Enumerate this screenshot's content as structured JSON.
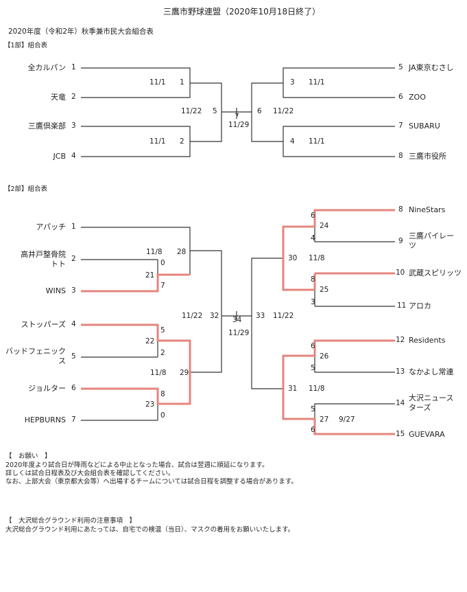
{
  "header": {
    "title": "三鷹市野球連盟（2020年10月18日終了）",
    "subtitle": "2020年度（令和2年）秋季兼市民大会組合表"
  },
  "div1": {
    "label": "【1部】組合表",
    "teams_left": [
      {
        "name": "全カルパン",
        "num": "1"
      },
      {
        "name": "天竜",
        "num": "2"
      },
      {
        "name": "三鷹倶楽部",
        "num": "3"
      },
      {
        "name": "JCB",
        "num": "4"
      }
    ],
    "teams_right": [
      {
        "name": "JA東京むさし",
        "num": "5"
      },
      {
        "name": "ZOO",
        "num": "6"
      },
      {
        "name": "SUBARU",
        "num": "7"
      },
      {
        "name": "三鷹市役所",
        "num": "8"
      }
    ],
    "games": {
      "g1": "1",
      "g1_date": "11/1",
      "g2": "2",
      "g2_date": "11/1",
      "g3": "3",
      "g3_date": "11/1",
      "g4": "4",
      "g4_date": "11/1",
      "g5": "5",
      "g5_date": "11/22",
      "g6": "6",
      "g6_date": "11/22",
      "g7": "7",
      "g7_date": "11/29"
    }
  },
  "div2": {
    "label": "【2部】組合表",
    "teams_left": [
      {
        "name": "アパッチ",
        "num": "1"
      },
      {
        "name": "高井戸整骨院",
        "name2": "トト",
        "num": "2"
      },
      {
        "name": "WINS",
        "num": "3"
      },
      {
        "name": "ストッパーズ",
        "num": "4"
      },
      {
        "name": "バッドフェニック",
        "name2": "ス",
        "num": "5"
      },
      {
        "name": "ジョルター",
        "num": "6"
      },
      {
        "name": "HEPBURNS",
        "num": "7"
      }
    ],
    "teams_right": [
      {
        "name": "NineStars",
        "num": "8"
      },
      {
        "name": "三鷹パイレー",
        "name2": "ツ",
        "num": "9"
      },
      {
        "name": "武蔵スピリッツ",
        "num": "10"
      },
      {
        "name": "アロカ",
        "num": "11"
      },
      {
        "name": "Residents",
        "num": "12"
      },
      {
        "name": "なかよし常連",
        "num": "13"
      },
      {
        "name": "大沢ニュース",
        "name2": "ターズ",
        "num": "14"
      },
      {
        "name": "GUEVARA",
        "num": "15"
      }
    ],
    "games": {
      "g21": "21",
      "s21a": "0",
      "s21b": "7",
      "g22": "22",
      "s22a": "5",
      "s22b": "2",
      "g23": "23",
      "s23a": "8",
      "s23b": "0",
      "g24": "24",
      "s24a": "6",
      "s24b": "4",
      "g25": "25",
      "s25a": "8",
      "s25b": "3",
      "g26": "26",
      "s26a": "6",
      "s26b": "5",
      "g27": "27",
      "s27a": "5",
      "s27b": "6",
      "g27_date": "9/27",
      "g28": "28",
      "g28_date": "11/8",
      "g29": "29",
      "g29_date": "11/8",
      "g30": "30",
      "g30_date": "11/8",
      "g31": "31",
      "g31_date": "11/8",
      "g32": "32",
      "g32_date": "11/22",
      "g33": "33",
      "g33_date": "11/22",
      "g34": "34",
      "g34_date": "11/29"
    }
  },
  "notice": {
    "heading": "【　お願い　】",
    "lines": [
      "2020年度より試合日が降雨などによる中止となった場合、試合は翌週に順延になります。",
      "詳しくは試合日程表及び大会組合表を確認してください。",
      "なお、上部大会（東京都大会等）へ出場するチームについては試合日程を調整する場合があります。"
    ]
  },
  "ground": {
    "heading": "【　大沢総合グラウンド利用の注意事項　】",
    "line": "大沢総合グラウンド利用にあたっては、自宅での検温（当日）、マスクの着用をお願いいたします。"
  }
}
